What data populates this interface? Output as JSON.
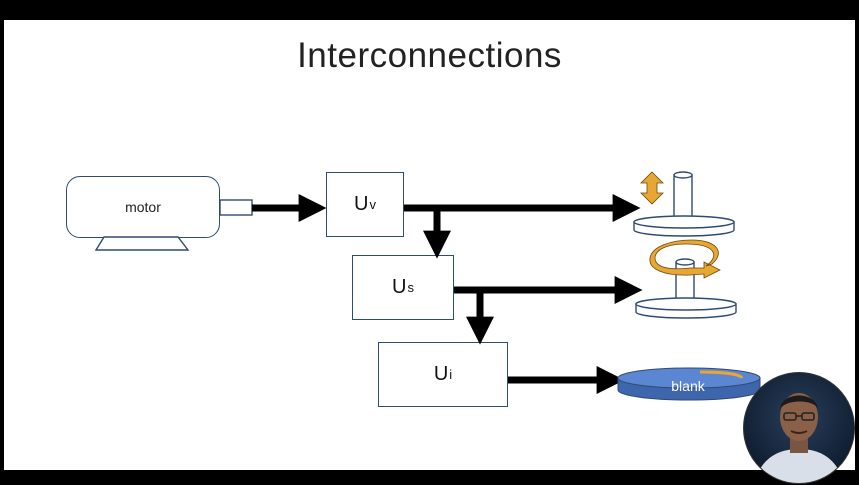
{
  "title": "Interconnections",
  "motor": {
    "label": "motor"
  },
  "units": [
    {
      "id": "uv",
      "letter": "U",
      "sub": "v"
    },
    {
      "id": "us",
      "letter": "U",
      "sub": "s"
    },
    {
      "id": "ui",
      "letter": "U",
      "sub": "i"
    }
  ],
  "blank": {
    "label": "blank"
  },
  "colors": {
    "outline": "#2f4b72",
    "arrow": "#000000",
    "gear_accent": "#e8a632",
    "blank_fill": "#4a78c4"
  },
  "icons": [
    "vertical-motion-icon",
    "rotation-icon",
    "blank-disc-icon",
    "presenter-avatar"
  ]
}
